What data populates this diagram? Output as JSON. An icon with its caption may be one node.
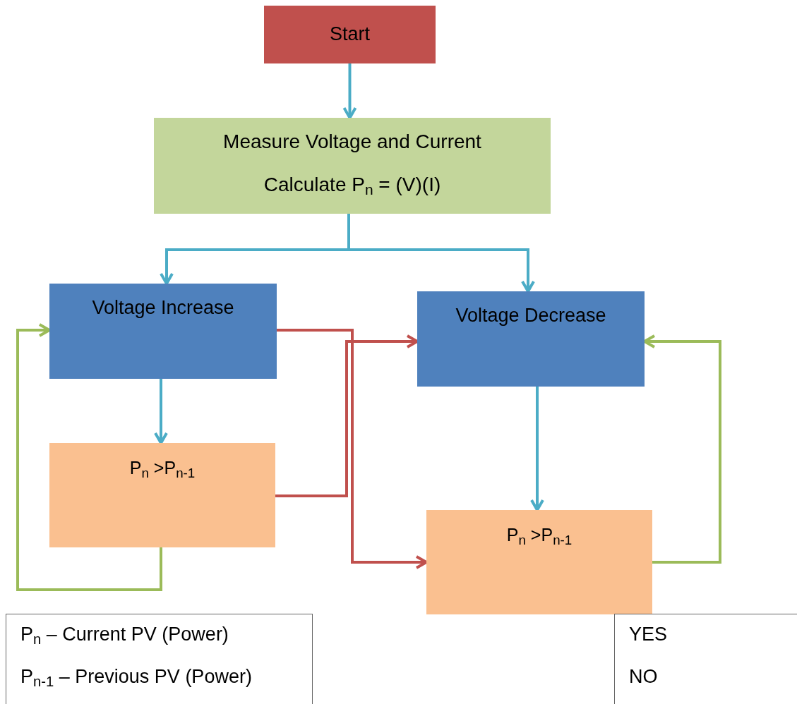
{
  "diagram": {
    "nodes": [
      {
        "text": [
          "Start"
        ]
      },
      {
        "text": [
          "Measure Voltage and Current",
          "Calculate P$_{n}$ = (V)(I)"
        ]
      },
      {
        "text": [
          "Voltage Increase"
        ]
      },
      {
        "text": [
          "Voltage Decrease"
        ]
      },
      {
        "text": [
          "P$_{n}$ >P$_{n-1}$"
        ]
      },
      {
        "text": [
          "P$_{n}$ >P$_{n-1}$"
        ]
      },
      {
        "text": [
          "P$_{n}$ – Current PV (Power)",
          "P$_{n-1}$ – Previous PV (Power)"
        ]
      },
      {
        "text": [
          "YES",
          "NO"
        ]
      }
    ],
    "edges": [
      {
        "from": 0,
        "to": 1,
        "arrow": "to"
      },
      {
        "from": 1,
        "to": 2,
        "arrow": "to"
      },
      {
        "from": 1,
        "to": 3,
        "arrow": "to"
      },
      {
        "from": 2,
        "to": 4,
        "arrow": "to"
      },
      {
        "from": 3,
        "to": 5,
        "arrow": "to"
      },
      {
        "from": 2,
        "to": 5,
        "arrow": "to",
        "color": "#c0504d"
      },
      {
        "from": 4,
        "to": 3,
        "arrow": "to",
        "color": "#c0504d"
      },
      {
        "from": 4,
        "to": 2,
        "arrow": "to",
        "color": "#9bbb59"
      },
      {
        "from": 5,
        "to": 3,
        "arrow": "to",
        "color": "#9bbb59"
      }
    ]
  }
}
